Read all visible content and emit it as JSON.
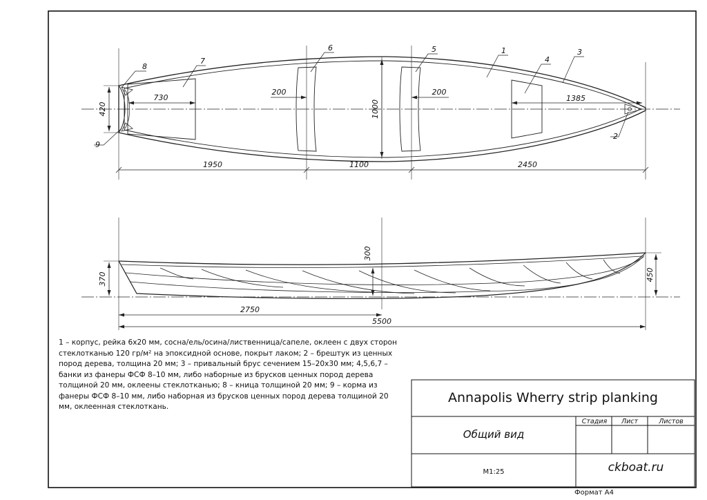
{
  "drawing_title": "Annapolis Wherry strip planking",
  "view_name": "Общий вид",
  "scale": "M1:25",
  "website": "ckboat.ru",
  "sheet_format": "Формат А4",
  "title_block_headers": {
    "stage": "Стадия",
    "sheet": "Лист",
    "sheets": "Листов"
  },
  "notes": "1 – корпус, рейка 6х20 мм, сосна/ель/осина/лиственница/сапеле, оклеен с двух сторон стеклотканью 120 гр/м² на эпоксидной основе, покрыт лаком; 2 – брештук из ценных пород дерева, толщина 20 мм; 3 – привальный брус сечением 15–20х30 мм; 4,5,6,7 – банки из фанеры ФСФ 8–10 мм, либо наборные из брусков ценных пород дерева толщиной 20 мм, оклеены стеклотканью; 8 – кница толщиной 20 мм; 9 – корма из фанеры ФСФ 8–10 мм, либо наборная из брусков ценных пород дерева толщиной 20 мм, оклеенная стеклоткань.",
  "plan_view": {
    "dimensions": {
      "transom_width": "420",
      "seat7_width": "730",
      "seat6_width": "200",
      "seat5_width": "200",
      "beam": "1000",
      "seat4_length": "1385",
      "stern_to_seat6": "1950",
      "between_seats": "1100",
      "seat5_to_bow": "2450"
    },
    "callouts": [
      "1",
      "2",
      "3",
      "4",
      "5",
      "6",
      "7",
      "8",
      "9"
    ]
  },
  "profile_view": {
    "dimensions": {
      "stern_height": "370",
      "midship_depth": "300",
      "bow_height": "450",
      "half_length": "2750",
      "overall_length": "5500"
    }
  }
}
